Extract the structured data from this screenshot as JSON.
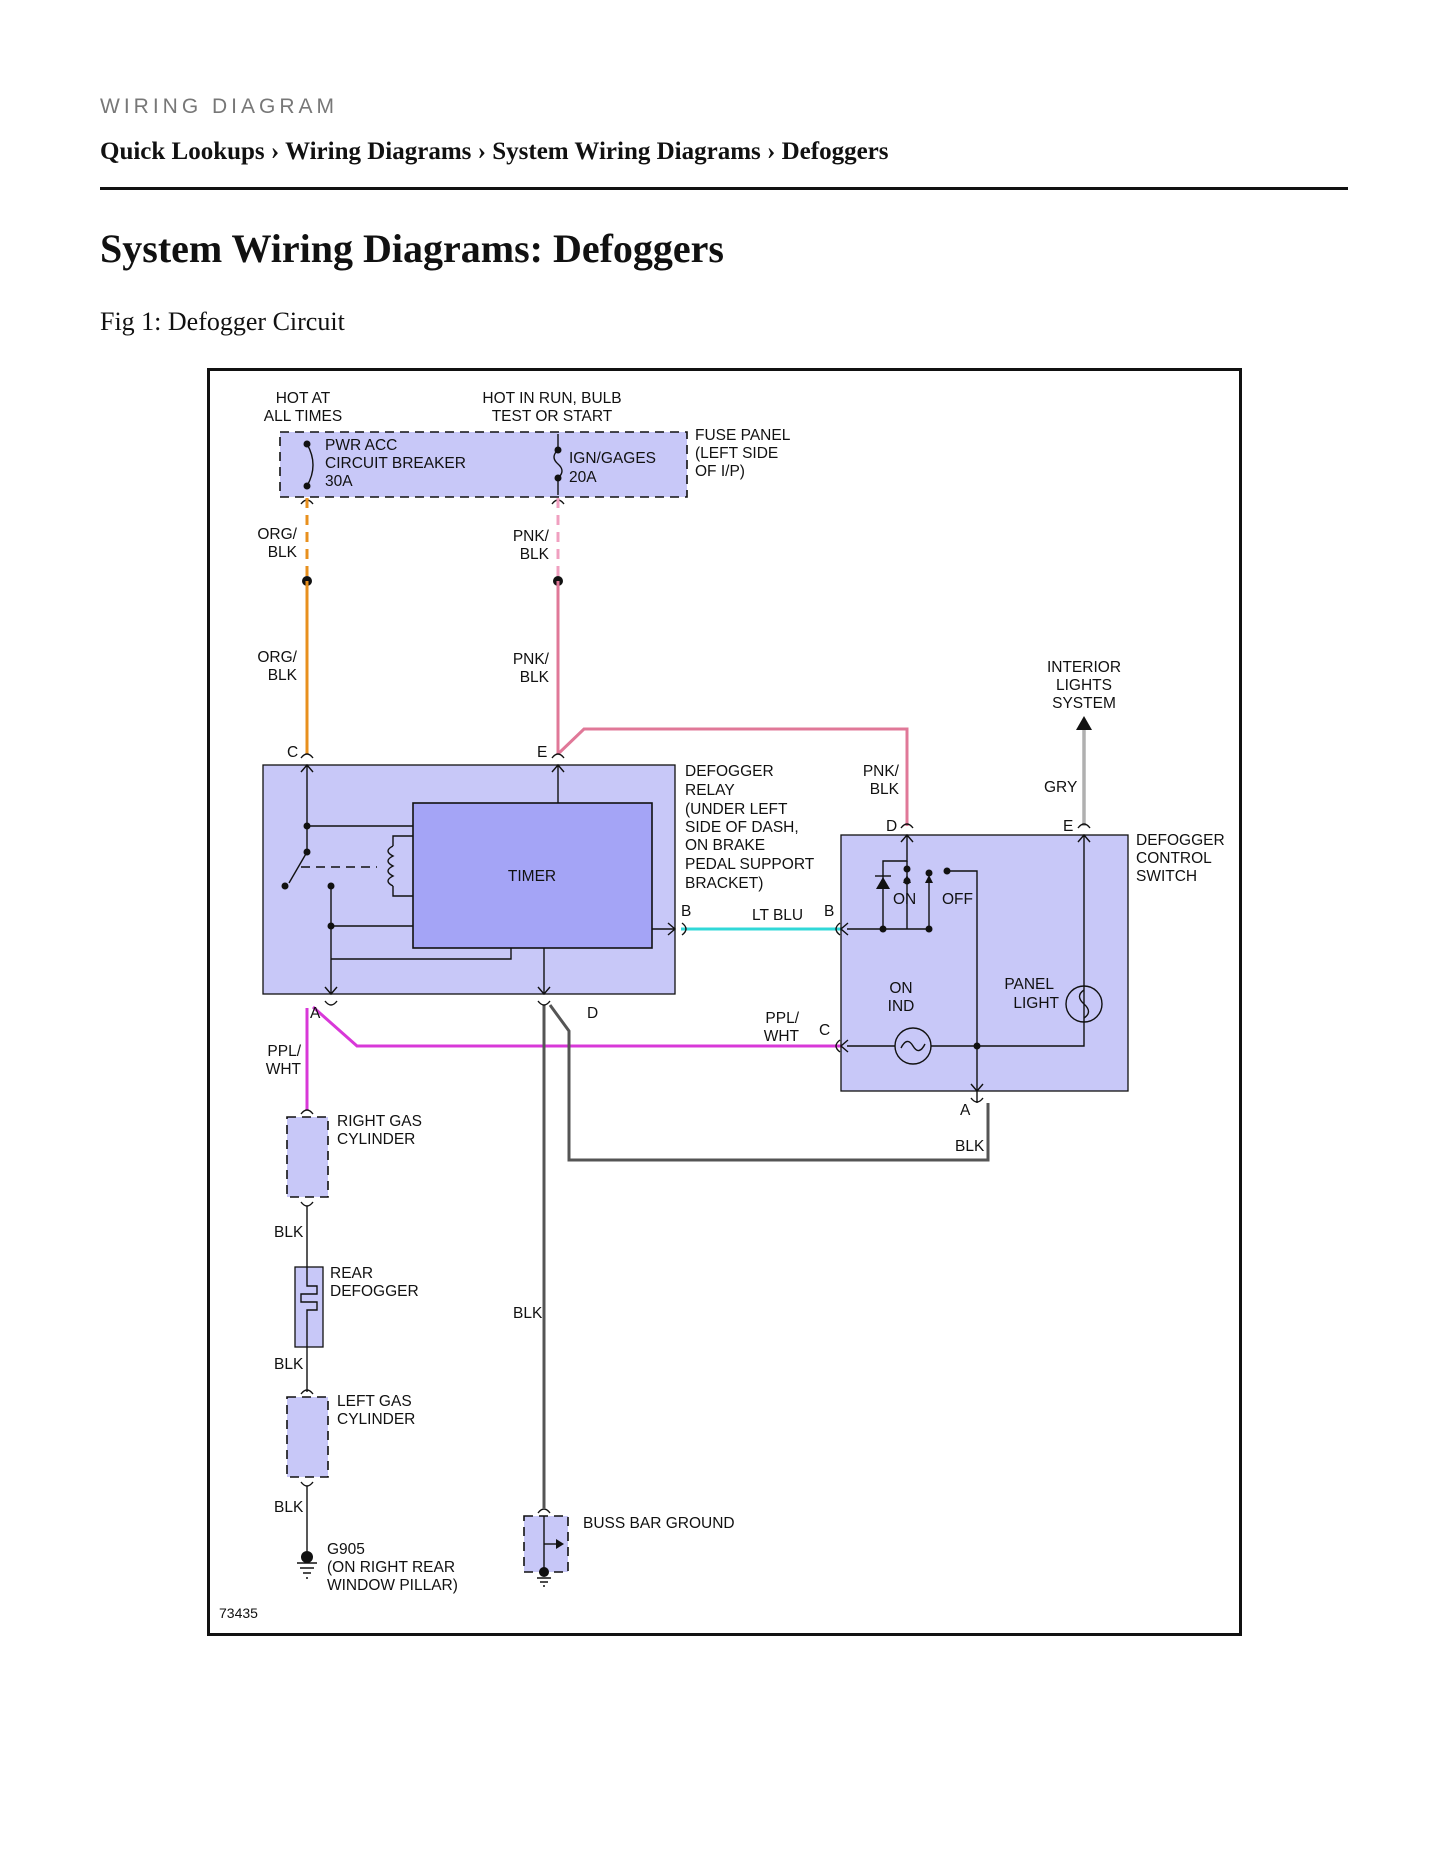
{
  "header": {
    "kicker": "WIRING DIAGRAM",
    "breadcrumb": [
      "Quick Lookups",
      "Wiring Diagrams",
      "System Wiring Diagrams",
      "Defoggers"
    ],
    "separator": "›"
  },
  "page": {
    "title": "System Wiring Diagrams: Defoggers",
    "figure_caption": "Fig 1: Defogger Circuit"
  },
  "diagram": {
    "figure_number": "73435",
    "colors": {
      "org_blk": "#e8901e",
      "pnk_blk": "#e07898",
      "pnk_blk_dashed": "#f0a0c0",
      "lt_blu": "#30d8d8",
      "ppl_wht": "#d838d8",
      "gry": "#b0b0b0",
      "blk": "#555555",
      "component_fill": "#c8c8f8",
      "timer_fill": "#a4a4f6"
    },
    "labels": {
      "hot_at_all_times": [
        "HOT AT",
        "ALL TIMES"
      ],
      "hot_in_run": [
        "HOT IN RUN, BULB",
        "TEST OR START"
      ],
      "fuse_panel": [
        "FUSE PANEL",
        "(LEFT SIDE",
        "OF I/P)"
      ],
      "pwr_acc": [
        "PWR ACC",
        "CIRCUIT BREAKER",
        "30A"
      ],
      "ign_gages": [
        "IGN/GAGES",
        "20A"
      ],
      "org_blk": [
        "ORG/",
        "BLK"
      ],
      "pnk_blk": [
        "PNK/",
        "BLK"
      ],
      "interior_lights": [
        "INTERIOR",
        "LIGHTS",
        "SYSTEM"
      ],
      "gry": "GRY",
      "defogger_relay": [
        "DEFOGGER",
        "RELAY",
        "(UNDER LEFT",
        "SIDE OF DASH,",
        "ON BRAKE",
        "PEDAL SUPPORT",
        "BRACKET)"
      ],
      "timer": "TIMER",
      "defogger_control_switch": [
        "DEFOGGER",
        "CONTROL",
        "SWITCH"
      ],
      "switch_on": "ON",
      "switch_off": "OFF",
      "lt_blu": "LT BLU",
      "on_ind": [
        "ON",
        "IND"
      ],
      "panel_light": [
        "PANEL",
        "LIGHT"
      ],
      "ppl_wht": [
        "PPL/",
        "WHT"
      ],
      "blk": "BLK",
      "right_gas_cylinder": [
        "RIGHT GAS",
        "CYLINDER"
      ],
      "rear_defogger": [
        "REAR",
        "DEFOGGER"
      ],
      "left_gas_cylinder": [
        "LEFT GAS",
        "CYLINDER"
      ],
      "g905": [
        "G905",
        "(ON RIGHT REAR",
        "WINDOW PILLAR)"
      ],
      "buss_bar_ground": "BUSS BAR GROUND",
      "pins": {
        "c": "C",
        "e": "E",
        "a": "A",
        "d": "D",
        "b": "B"
      }
    }
  }
}
